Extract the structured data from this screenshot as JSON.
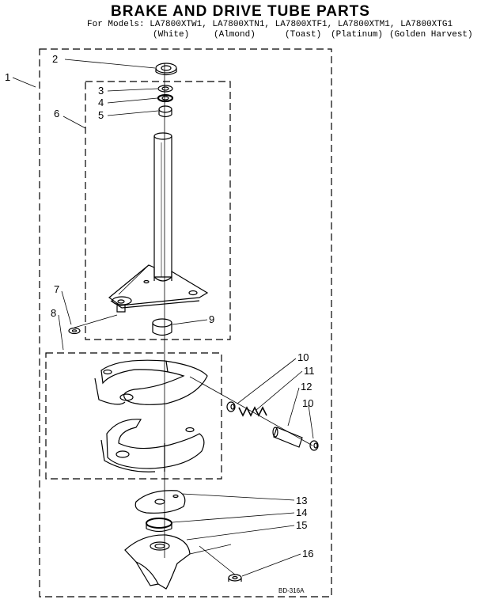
{
  "header": {
    "title": "BRAKE AND DRIVE TUBE PARTS",
    "models_line": "For Models: LA7800XTW1, LA7800XTN1, LA7800XTF1, LA7800XTM1, LA7800XTG1",
    "colors": [
      "(White)",
      "(Almond)",
      "(Toast)",
      "(Platinum)",
      "(Golden Harvest)"
    ]
  },
  "callouts": [
    "1",
    "2",
    "3",
    "4",
    "5",
    "6",
    "7",
    "8",
    "9",
    "10",
    "11",
    "12",
    "10",
    "13",
    "14",
    "15",
    "16"
  ],
  "diagram_code": "BD-316A"
}
